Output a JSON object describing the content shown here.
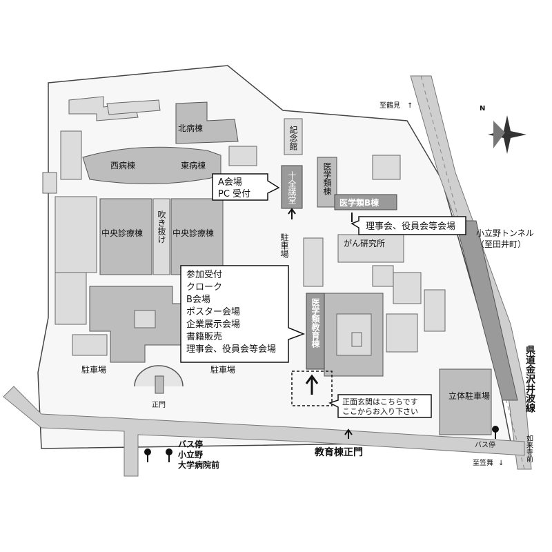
{
  "map": {
    "buildings": {
      "kita": "北病棟",
      "nishi": "西病棟",
      "higashi": "東病棟",
      "chuo_left": "中央診療棟",
      "chuo_right": "中央診療棟",
      "fukinuke": "吹き抜け",
      "kinen": "記念館",
      "jyuzen": "十全講堂",
      "igaku_rui_v": "医学類棟",
      "igaku_b": "医学類B棟",
      "gan": "がん研究所",
      "kyoiku": "医学類教育棟",
      "rittai": "立体駐車場"
    },
    "labels": {
      "parking_center": "駐車場",
      "parking_left": "駐車場",
      "parking_mid": "駐車場",
      "seimon": "正門",
      "kyoiku_seimon": "教育棟正門",
      "tunnel_1": "小立野トンネル",
      "tunnel_2": "（至田井町）",
      "to_tsurumi": "至鶴見",
      "to_kasamai": "至笠舞",
      "road_kanazawa": "県道金沢井波線",
      "nyoraiji": "如来寺前",
      "bus_left_1": "バス停",
      "bus_left_2": "小立野",
      "bus_left_3": "大学病院前",
      "bus_right": "バス停",
      "north": "N"
    },
    "callouts": {
      "a_venue": [
        "A会場",
        "PC 受付"
      ],
      "b_board": "理事会、役員会等会場",
      "main_info": [
        "参加受付",
        "クローク",
        "B会場",
        "ポスター会場",
        "企業展示会場",
        "書籍販売",
        "理事会、役員会等会場"
      ],
      "entrance": [
        "正面玄関はこちらです",
        "ここからお入り下さい"
      ]
    }
  }
}
